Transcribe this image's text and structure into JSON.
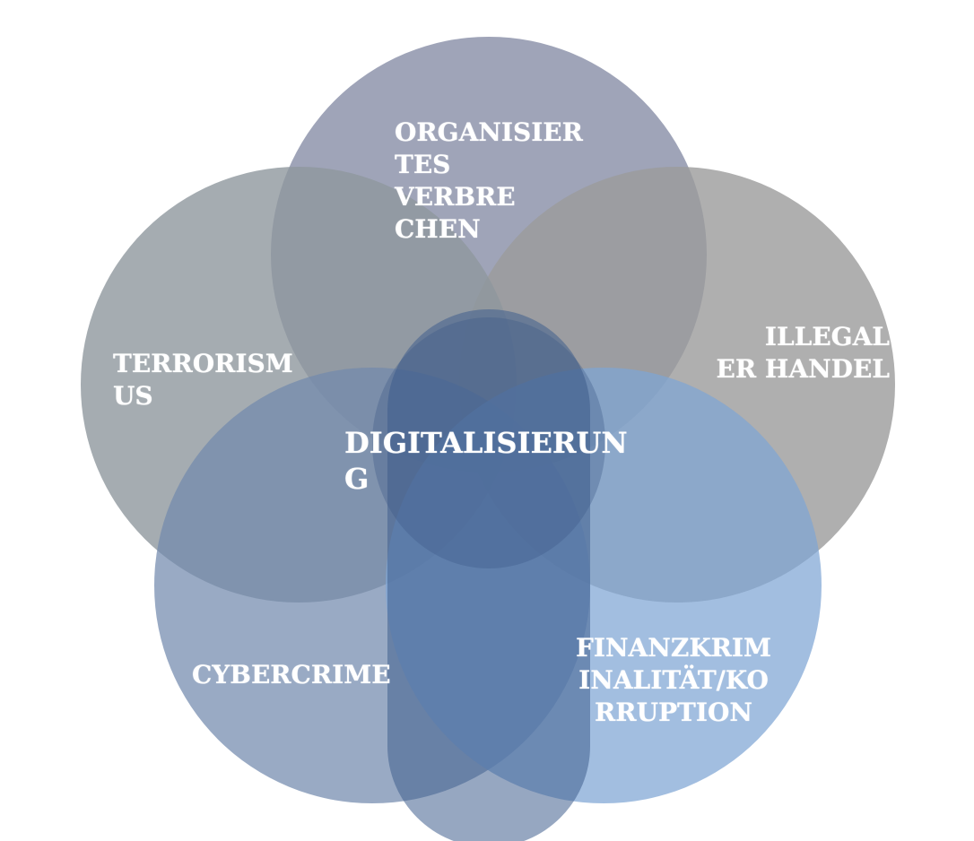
{
  "diagram": {
    "center_label": "DIGITALISIERUN\nG",
    "petals": [
      {
        "id": "organised",
        "label": "ORGANISIER\n      TES\n      VERBRE\n      CHEN",
        "color": "#8a90a8"
      },
      {
        "id": "illegal",
        "label": "ILLEGAL\nER HANDEL",
        "color": "#9b9b9b"
      },
      {
        "id": "terrorism",
        "label": "TERRORISM\nUS",
        "color": "#8e979d"
      },
      {
        "id": "cyber",
        "label": "CYBERCRIME",
        "color": "#7189ad"
      },
      {
        "id": "finance",
        "label": "FINANZKRIM\nINALITÄT/KO\nRRUPTION",
        "color": "#7ea5d4"
      }
    ],
    "center_color": "#3f5f8e"
  }
}
